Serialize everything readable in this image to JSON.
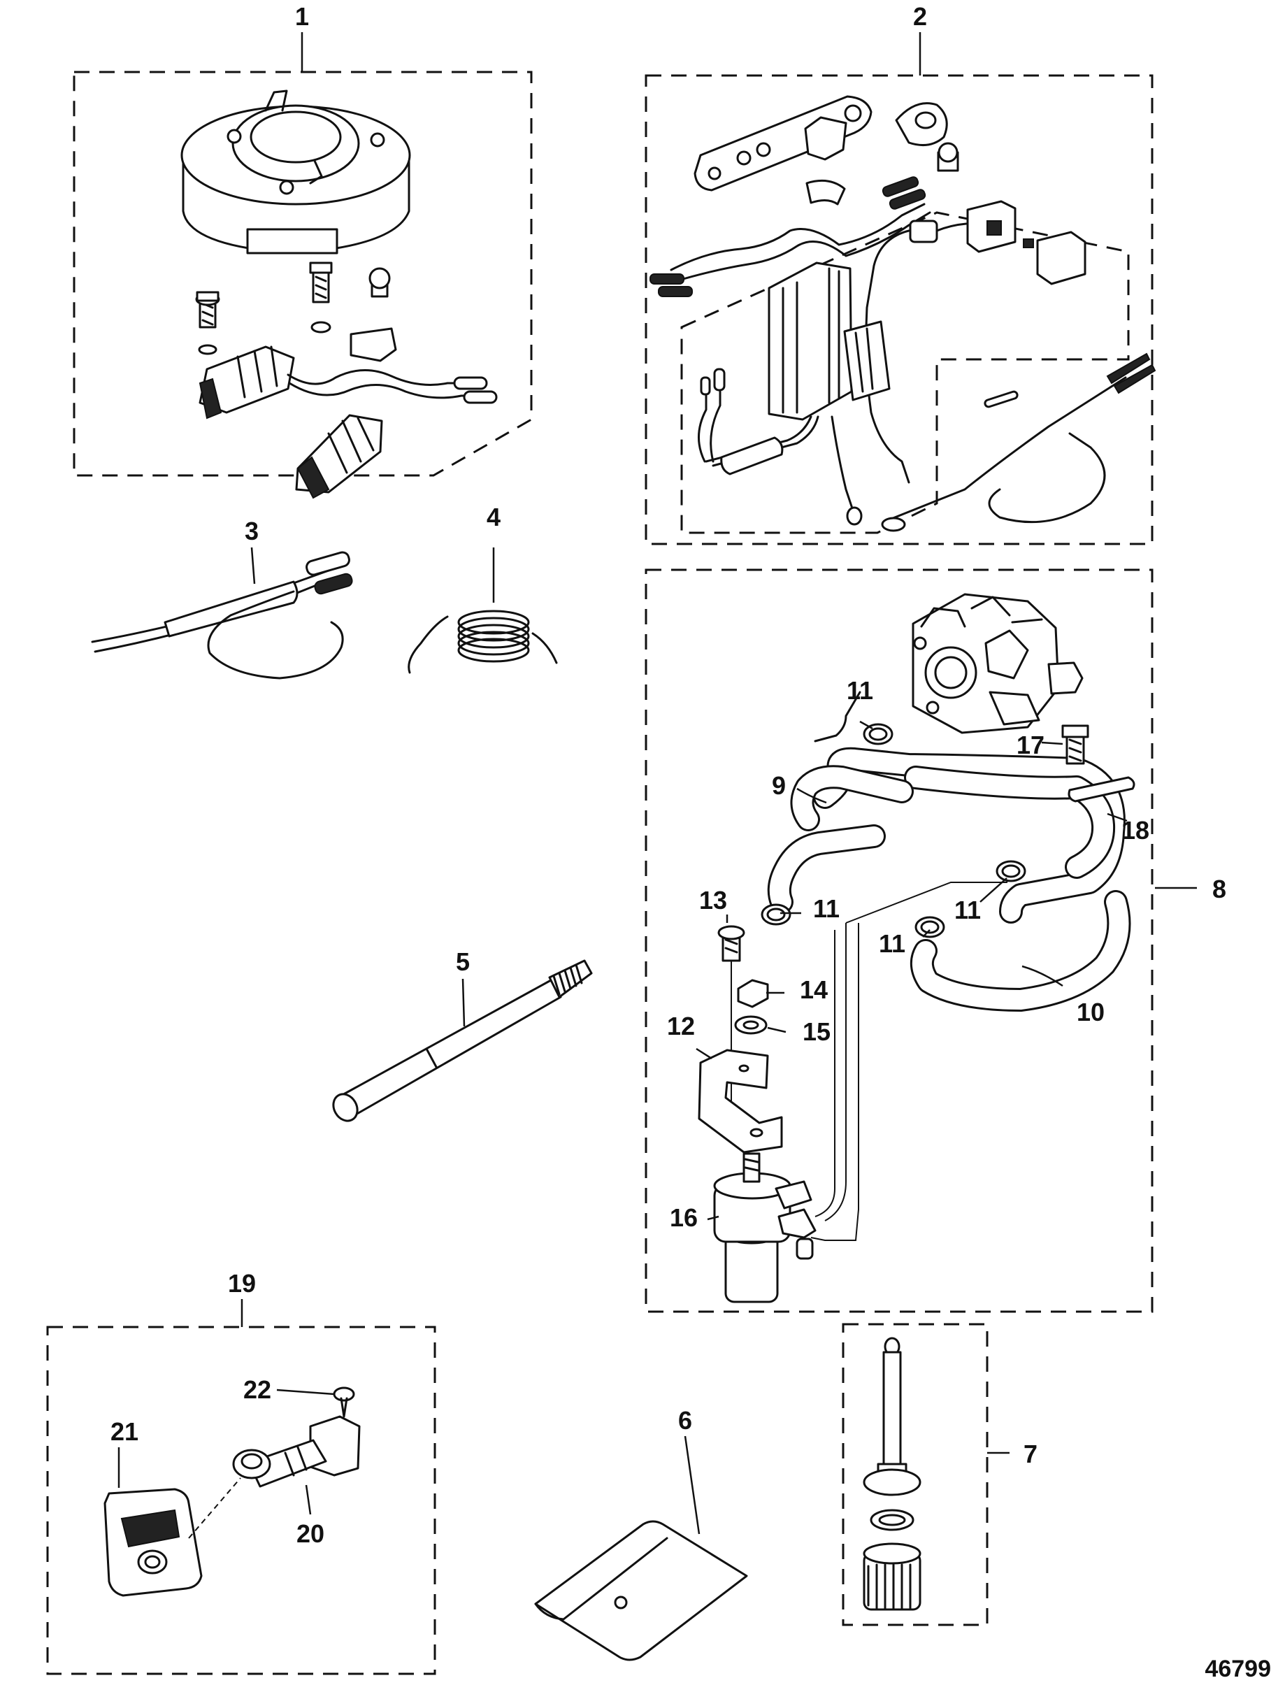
{
  "figure_number": "46799",
  "callouts": [
    {
      "id": "1",
      "text": "1"
    },
    {
      "id": "2",
      "text": "2"
    },
    {
      "id": "3",
      "text": "3"
    },
    {
      "id": "4",
      "text": "4"
    },
    {
      "id": "5",
      "text": "5"
    },
    {
      "id": "6",
      "text": "6"
    },
    {
      "id": "7",
      "text": "7"
    },
    {
      "id": "8",
      "text": "8"
    },
    {
      "id": "9",
      "text": "9"
    },
    {
      "id": "10",
      "text": "10"
    },
    {
      "id": "11",
      "text": "11"
    },
    {
      "id": "12",
      "text": "12"
    },
    {
      "id": "13",
      "text": "13"
    },
    {
      "id": "14",
      "text": "14"
    },
    {
      "id": "15",
      "text": "15"
    },
    {
      "id": "16",
      "text": "16"
    },
    {
      "id": "17",
      "text": "17"
    },
    {
      "id": "18",
      "text": "18"
    },
    {
      "id": "19",
      "text": "19"
    },
    {
      "id": "20",
      "text": "20"
    },
    {
      "id": "21",
      "text": "21"
    },
    {
      "id": "22",
      "text": "22"
    }
  ]
}
